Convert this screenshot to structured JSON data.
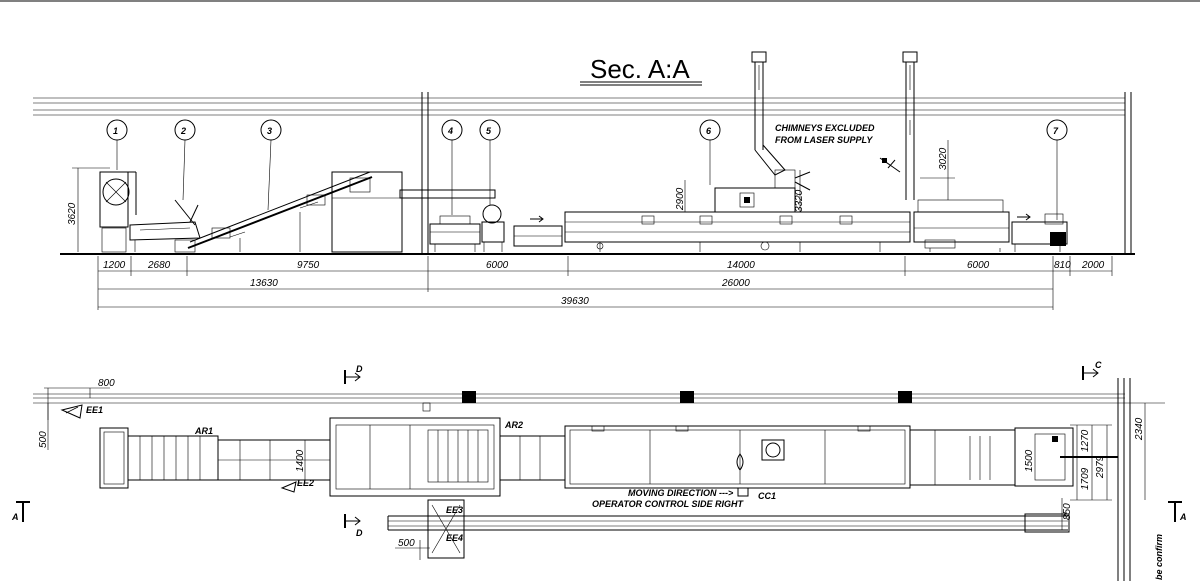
{
  "title": "Sec. A:A",
  "note": {
    "line1": "CHIMNEYS EXCLUDED",
    "line2": "FROM LASER SUPPLY"
  },
  "callouts": [
    "1",
    "2",
    "3",
    "4",
    "5",
    "6",
    "7"
  ],
  "elevation": {
    "height_dims": [
      "3620",
      "2900",
      "3320",
      "3020"
    ],
    "row1_dims": [
      "1200",
      "2680",
      "9750",
      "6000",
      "14000",
      "6000",
      "810",
      "2000"
    ],
    "row2_dims": [
      "13630",
      "26000"
    ],
    "row3_dims": [
      "39630"
    ]
  },
  "plan": {
    "dims": {
      "d800": "800",
      "d500_left": "500",
      "d1400": "1400",
      "d1500": "1500",
      "d1270": "1270",
      "d1709": "1709",
      "d2979": "2979",
      "d2340": "2340",
      "d850": "850",
      "d500_bottom": "500"
    },
    "labels": {
      "ee1": "EE1",
      "ee2": "EE2",
      "ar1": "AR1",
      "ar2": "AR2",
      "cc1": "CC1",
      "ee3": "EE3",
      "ee4": "EE4",
      "moving_direction": "MOVING DIRECTION --->",
      "operator_side": "OPERATOR CONTROL SIDE RIGHT",
      "be_confirm": "be confirm"
    },
    "section_marks": {
      "d_top": "D",
      "d_bottom": "D",
      "c_mark": "C",
      "a_left": "A",
      "a_right": "A"
    }
  }
}
